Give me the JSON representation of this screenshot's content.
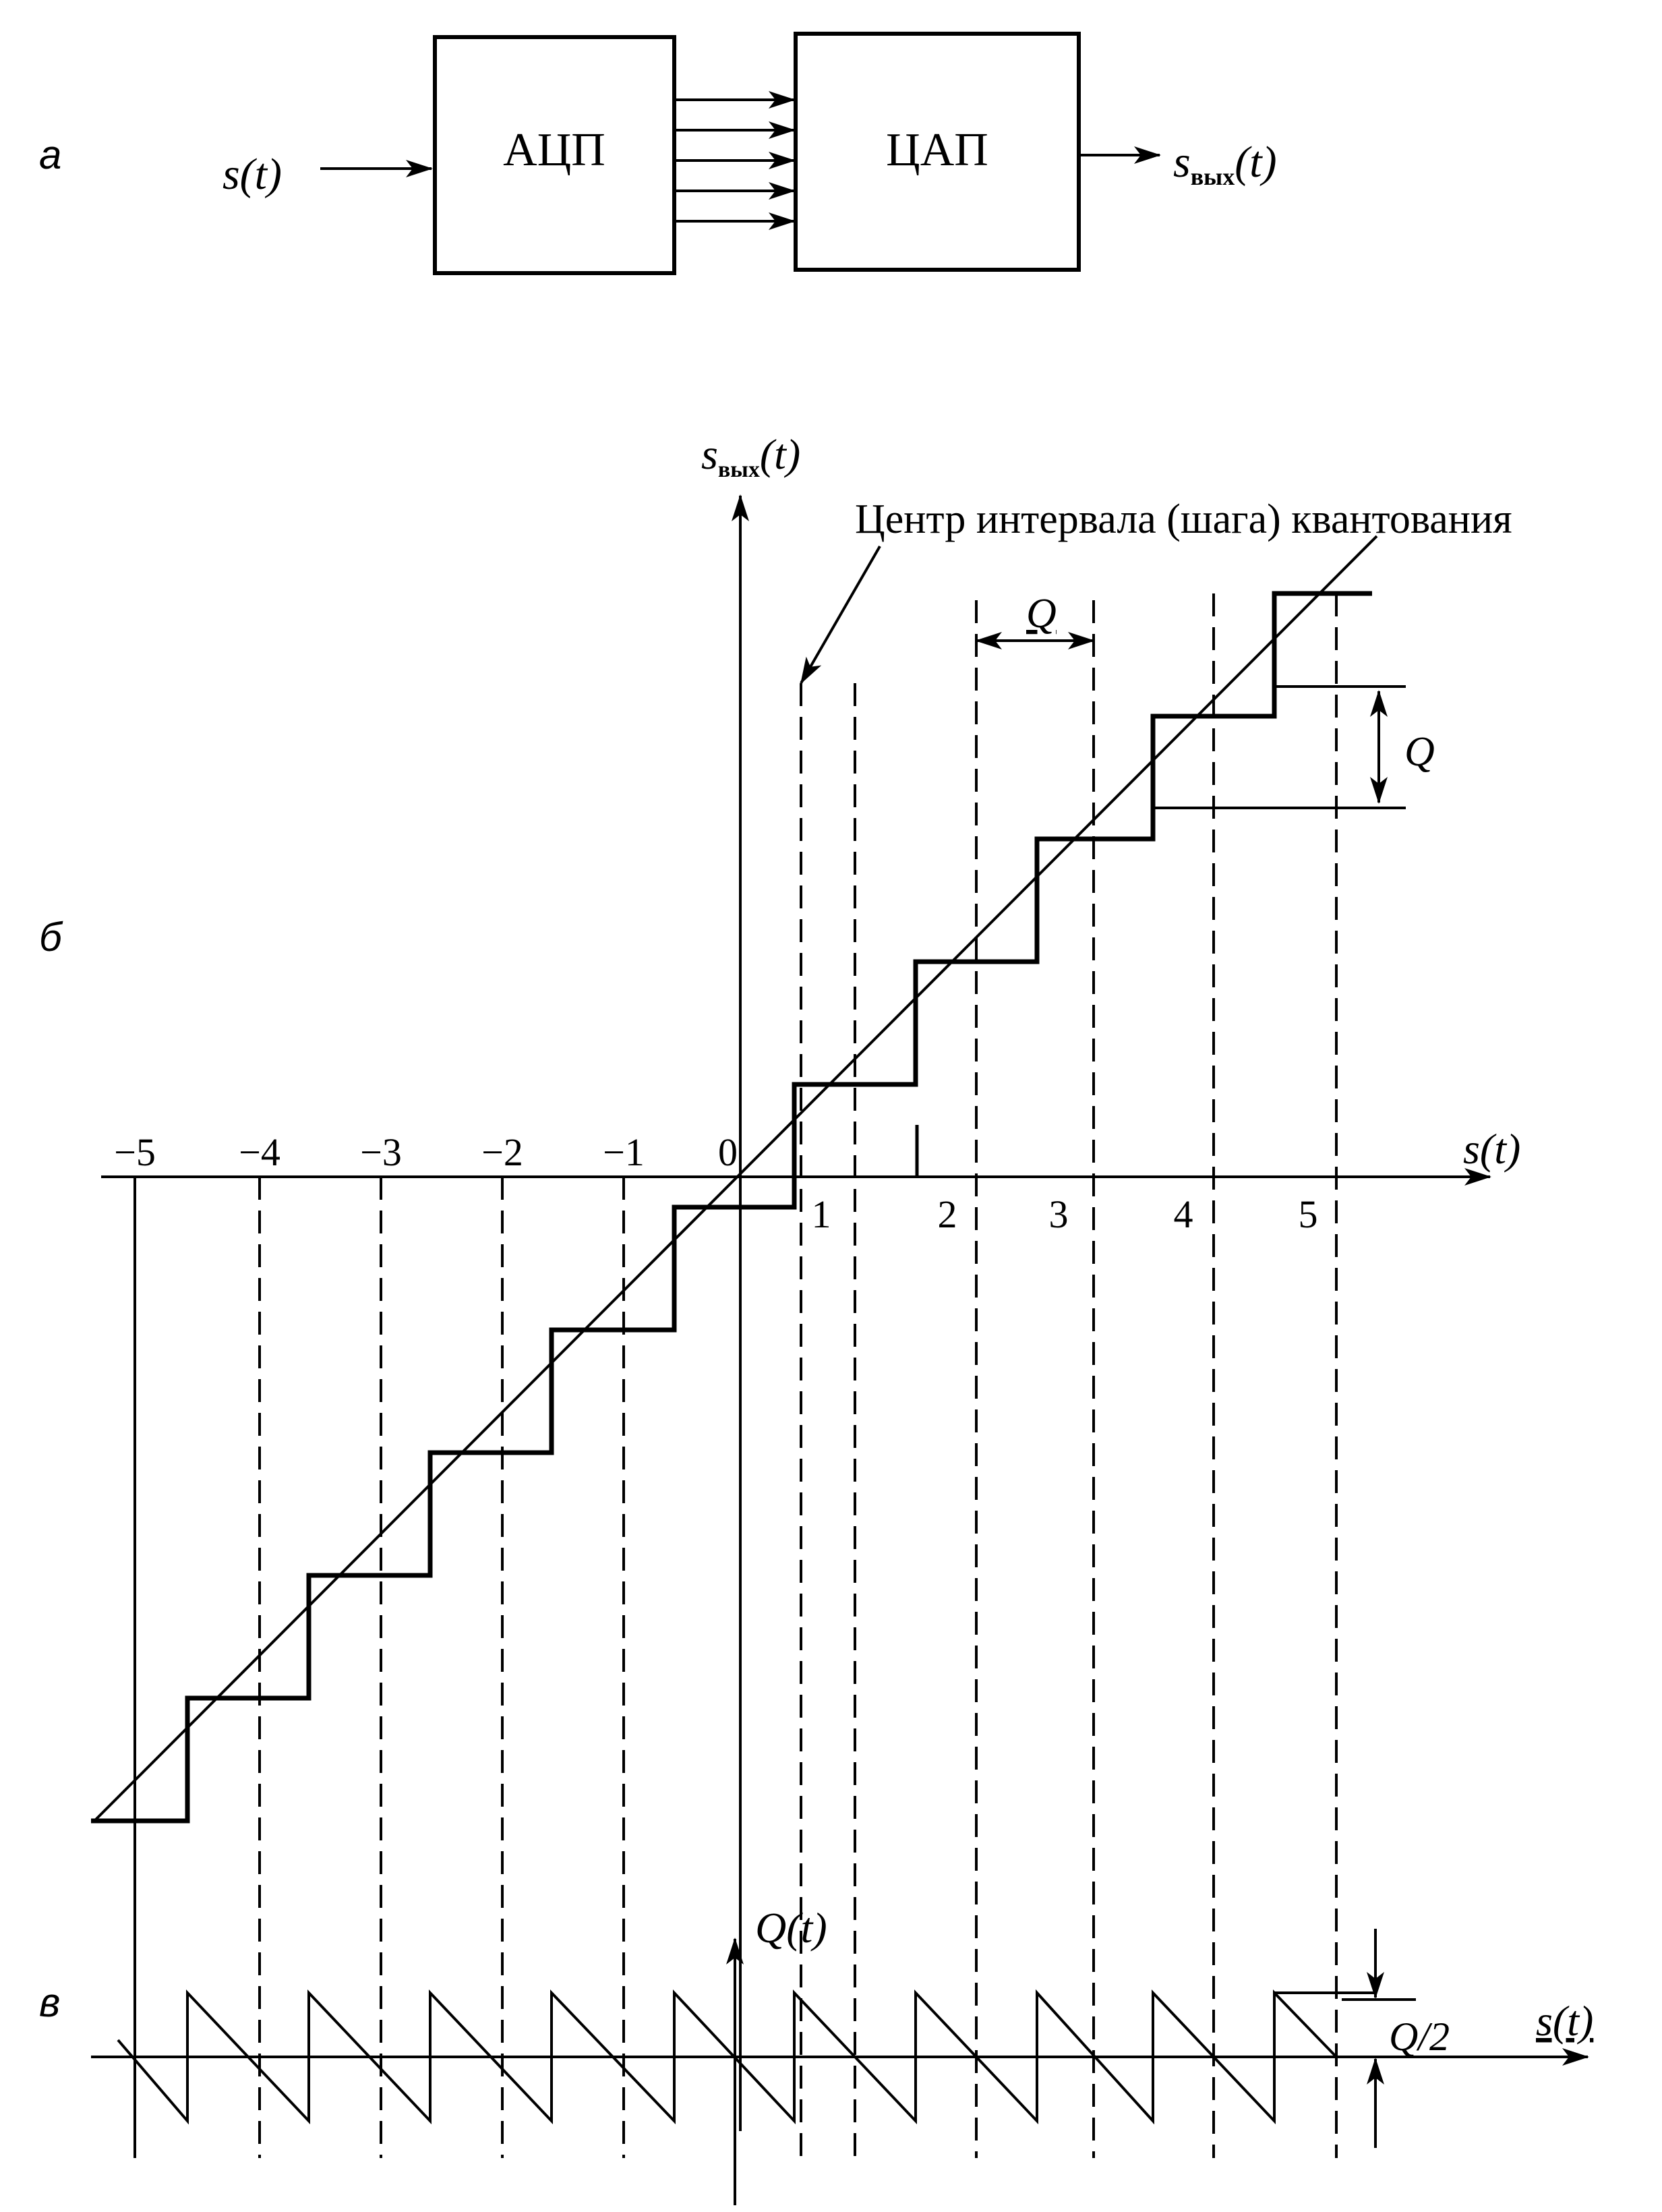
{
  "panel_a": {
    "marker": "а",
    "input_label": "s(t)",
    "adc_label": "АЦП",
    "dac_label": "ЦАП",
    "output_label_main": "s",
    "output_label_sub": "вых",
    "output_label_arg": "(t)",
    "bus_lines": 5
  },
  "panel_b": {
    "marker": "б",
    "y_axis_label_main": "s",
    "y_axis_label_sub": "вых",
    "y_axis_label_arg": "(t)",
    "x_axis_label": "s(t)",
    "annotation": "Центр интервала (шага) квантования",
    "q_horizontal": "Q",
    "q_vertical": "Q",
    "neg_ticks": [
      "−5",
      "−4",
      "−3",
      "−2",
      "−1"
    ],
    "zero_tick": "0",
    "pos_ticks": [
      "1",
      "2",
      "3",
      "4",
      "5"
    ]
  },
  "panel_c": {
    "marker": "в",
    "y_axis_label": "Q(t)",
    "x_axis_label": "s(t)",
    "half_q_label": "Q/2"
  },
  "colors": {
    "ink": "#000000",
    "paper": "#ffffff"
  }
}
